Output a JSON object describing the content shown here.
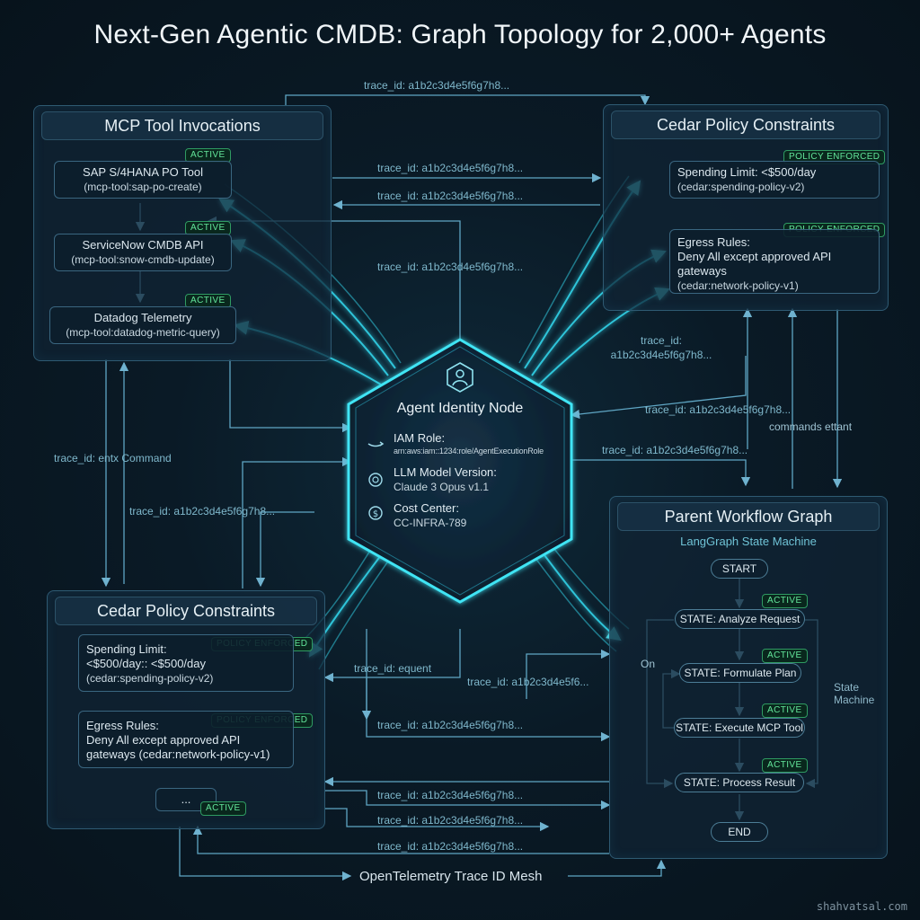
{
  "title": "Next-Gen Agentic CMDB: Graph Topology for 2,000+ Agents",
  "mcp_panel": {
    "title": "MCP Tool Invocations",
    "tools": [
      {
        "name": "SAP S/4HANA PO Tool",
        "id": "(mcp-tool:sap-po-create)",
        "badge": "ACTIVE"
      },
      {
        "name": "ServiceNow CMDB API",
        "id": "(mcp-tool:snow-cmdb-update)",
        "badge": "ACTIVE"
      },
      {
        "name": "Datadog Telemetry",
        "id": "(mcp-tool:datadog-metric-query)",
        "badge": "ACTIVE"
      }
    ]
  },
  "cedar_top": {
    "title": "Cedar Policy Constraints",
    "policies": [
      {
        "line1": "Spending Limit: <$500/day",
        "line2": "(cedar:spending-policy-v2)",
        "badge": "POLICY ENFORCED"
      },
      {
        "line1": "Egress Rules:",
        "line2": "Deny All except approved API",
        "line3": "gateways",
        "line4": "(cedar:network-policy-v1)",
        "badge": "POLICY ENFORCED"
      }
    ]
  },
  "cedar_bottom": {
    "title": "Cedar Policy Constraints",
    "policies": [
      {
        "line1": "Spending Limit:",
        "line2": "<$500/day:: <$500/day",
        "line3": "(cedar:spending-policy-v2)",
        "badge": "POLICY ENFORCED"
      },
      {
        "line1": "Egress Rules:",
        "line2": "Deny All except approved API",
        "line3": "gateways (cedar:network-policy-v1)",
        "badge": "POLICY ENFORCED"
      }
    ],
    "more": "...",
    "more_badge": "ACTIVE"
  },
  "agent_node": {
    "title": "Agent Identity Node",
    "iam_label": "IAM Role:",
    "iam_value": "arn:aws:iam::1234:role/AgentExecutionRole",
    "llm_label": "LLM Model Version:",
    "llm_value": "Claude 3 Opus v1.1",
    "cost_label": "Cost Center:",
    "cost_value": "CC-INFRA-789"
  },
  "workflow": {
    "title": "Parent Workflow Graph",
    "subtitle": "LangGraph State Machine",
    "start": "START",
    "end": "END",
    "states": [
      {
        "label": "STATE: Analyze Request",
        "badge": "ACTIVE"
      },
      {
        "label": "STATE: Formulate Plan",
        "badge": "ACTIVE"
      },
      {
        "label": "STATE: Execute MCP Tool",
        "badge": "ACTIVE"
      },
      {
        "label": "STATE: Process Result",
        "badge": "ACTIVE"
      }
    ],
    "loop_label": "On",
    "side_label_1": "State",
    "side_label_2": "Machine"
  },
  "traces": {
    "top": "trace_id: a1b2c3d4e5f6g7h8...",
    "t1": "trace_id: a1b2c3d4e5f6g7h8...",
    "t2": "trace_id: a1b2c3d4e5f6g7h8...",
    "t3": "trace_id: a1b2c3d4e5f6g7h8...",
    "right_a": "trace_id:",
    "right_b": "a1b2c3d4e5f6g7h8...",
    "r2": "trace_id: a1b2c3d4e5f6g7h8...",
    "commands": "commands ettant",
    "r3": "trace_id: a1b2c3d4e5f6g7h8...",
    "left_cmd": "trace_id: entx Command",
    "left2": "trace_id: a1b2c3d4e5f6g7h8...",
    "equent": "trace_id: equent",
    "mid_right": "trace_id: a1b2c3d4e5f6...",
    "b1": "trace_id: a1b2c3d4e5f6g7h8...",
    "b2": "trace_id: a1b2c3d4e5f6g7h8...",
    "b3": "trace_id: a1b2c3d4e5f6g7h8...",
    "b4": "trace_id: a1b2c3d4e5f6g7h8...",
    "mesh": "OpenTelemetry Trace ID Mesh"
  },
  "watermark": "shahvatsal.com",
  "colors": {
    "accent": "#2fd3e8",
    "wire": "#5fa6c4",
    "badge": "#62e59a"
  }
}
